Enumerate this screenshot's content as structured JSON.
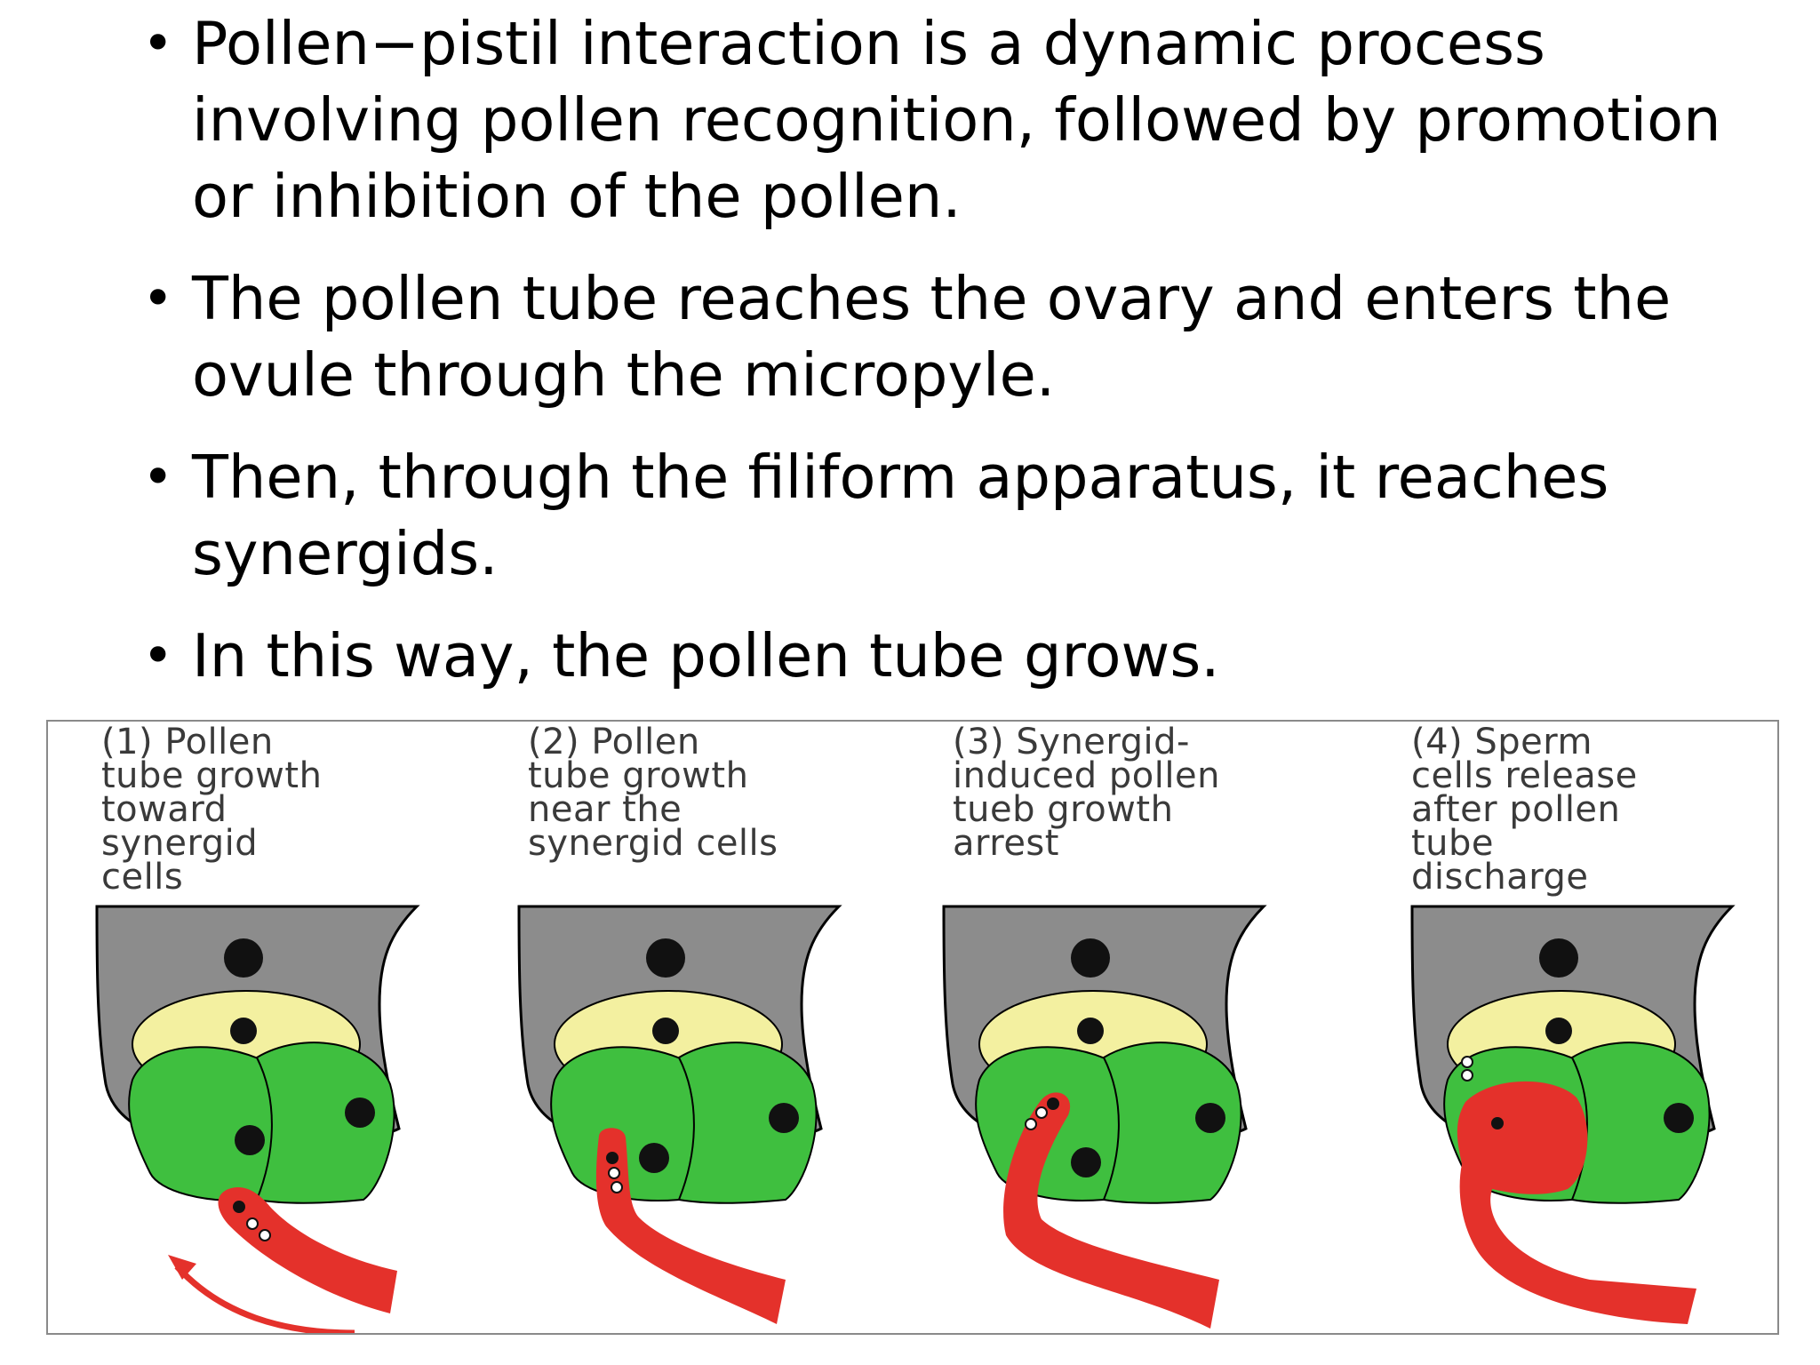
{
  "bullets": [
    "Pollen−pistil interaction is a dynamic process involving pollen recognition, followed by promotion or inhibition of the pollen.",
    "The pollen tube reaches the ovary and enters the ovule through the micropyle.",
    "Then, through the filiform apparatus, it reaches synergids.",
    "In this way, the pollen tube grows."
  ],
  "bullet_glyph": "•",
  "figure": {
    "panels": [
      {
        "caption": "(1) Pollen\ntube growth\ntoward\nsynergid\ncells"
      },
      {
        "caption": "(2) Pollen\ntube growth\nnear the\nsynergid cells"
      },
      {
        "caption": "(3) Synergid-\ninduced pollen\ntueb growth\narrest"
      },
      {
        "caption": "(4) Sperm\ncells release\nafter pollen\ntube\ndischarge"
      }
    ],
    "colors": {
      "ovule": "#8c8c8c",
      "central_cell": "#f3f0a0",
      "synergid": "#3fbf3f",
      "pollen_tube": "#e4312b",
      "nucleus": "#111111",
      "outline": "#000000"
    }
  }
}
